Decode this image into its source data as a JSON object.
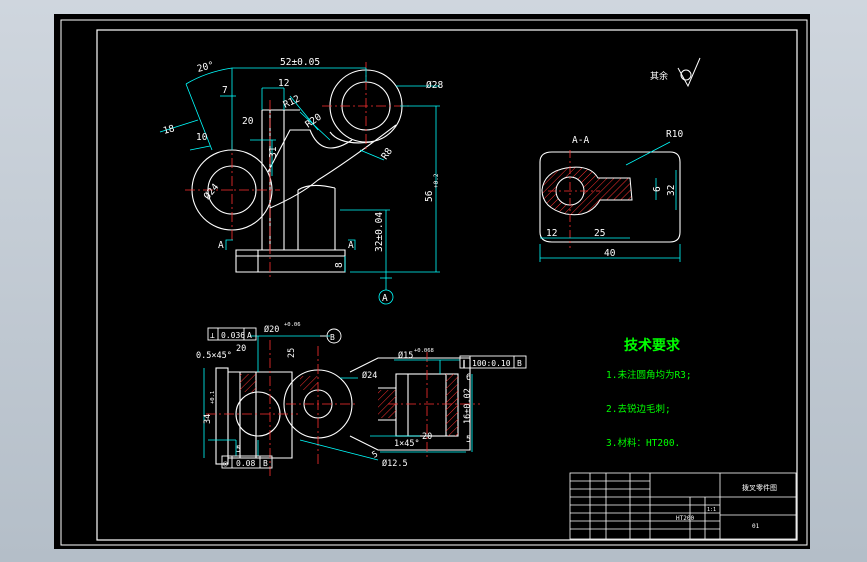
{
  "colors": {
    "background": "#000000",
    "outline": "#ffffff",
    "dimension": "#00ffff",
    "center_line": "#ff3030",
    "section_hatch": "#ff3030",
    "tech_notes": "#00ff00",
    "leader": "#ff00ff"
  },
  "front_view": {
    "dim_width": "52±0.05",
    "dim_hole_large": "Ø28",
    "dim_angle": "20°",
    "dim_r7": "7",
    "dim_12": "12",
    "dim_r12": "R12",
    "dim_r20": "R20",
    "dim_r8": "R8",
    "dim_18": "18",
    "dim_10": "10",
    "roughness_1": "20",
    "dim_31": "31",
    "dim_hole_left": "Ø24",
    "dim_height": "56",
    "dim_height_tol": "+0.2",
    "dim_32": "32±0.04",
    "dim_8": "8",
    "section_left": "A",
    "section_right": "A",
    "datum_label": "A"
  },
  "section_view": {
    "title": "A-A",
    "radius": "R10",
    "dim_12": "12",
    "dim_25": "25",
    "dim_40": "40",
    "dim_6": "6",
    "dim_32": "32"
  },
  "roughness_note": "其余",
  "top_view": {
    "gdt_top_symbol": "⊥",
    "gdt_top_value": "0.036",
    "gdt_top_datum": "A",
    "dim_hole_small": "Ø20",
    "dim_hole_small_tol": "+0.06",
    "datum_b": "B",
    "chamfer_1": "0.5×45°",
    "roughness_20": "20",
    "roughness_25": "25",
    "dim_15": "Ø15",
    "dim_15_tol": "+0.068",
    "gdt_right_symbol": "∥",
    "gdt_right_value": "100:0.10",
    "gdt_right_datum": "B",
    "roughness_6": "6",
    "dim_24": "Ø24",
    "dim_left_height": "34",
    "dim_left_height_tol": "+0.1",
    "dim_16": "16±0.02",
    "roughness_5a": "5",
    "roughness_5b": "5",
    "chamfer_2": "1×45°",
    "roughness_20b": "20",
    "dim_12_5": "Ø12.5",
    "gdt_bottom_symbol": "◎",
    "gdt_bottom_value": "0.08",
    "gdt_bottom_datum": "B",
    "roughness_bottom": "5"
  },
  "tech_requirements": {
    "title": "技术要求",
    "items": [
      "1.未注圆角均为R3;",
      "2.去锐边毛刺;",
      "3.材料：HT200."
    ]
  },
  "title_block": {
    "part_name": "拨叉零件图",
    "material": "HT200",
    "scale": "1:1",
    "drawing_no": "01"
  }
}
